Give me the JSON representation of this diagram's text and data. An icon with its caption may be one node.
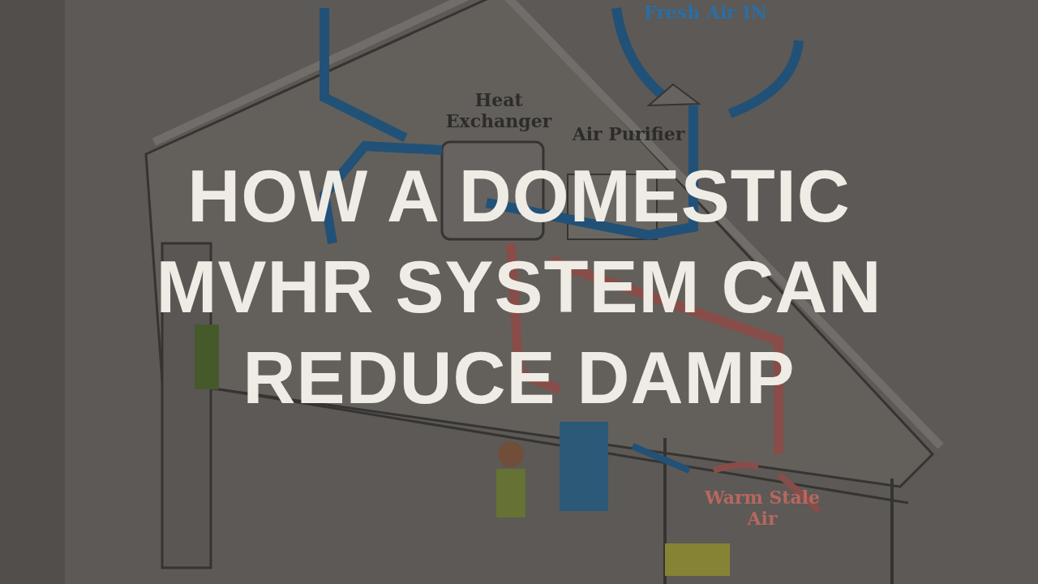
{
  "diagram": {
    "title": "HOW A DOMESTIC MVHR SYSTEM CAN REDUCE DAMP",
    "labels": [
      "Fresh Air IN",
      "Heat Exchanger",
      "Air Purifier",
      "Warm Stale Air"
    ]
  }
}
